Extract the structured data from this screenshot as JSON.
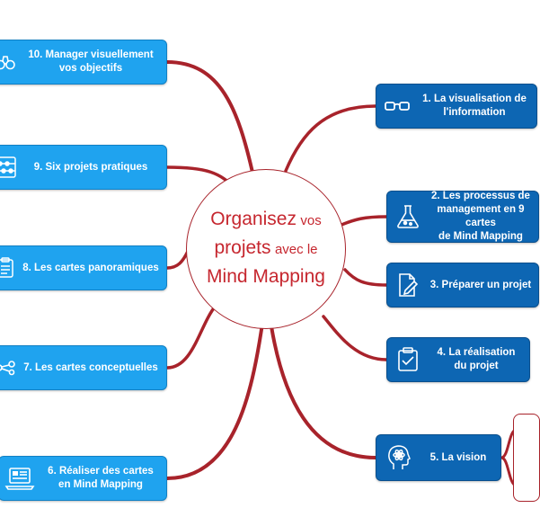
{
  "center": {
    "line1_big": "Organisez",
    "line1_small": "vos",
    "line2_big": "projets",
    "line2_small": "avec le",
    "line3_big": "Mind Mapping"
  },
  "left_nodes": [
    {
      "label": "10. Manager visuellement\nvos objectifs",
      "icon": "binoculars-icon"
    },
    {
      "label": "9. Six projets pratiques",
      "icon": "abacus-icon"
    },
    {
      "label": "8. Les cartes panoramiques",
      "icon": "clipboard-list-icon"
    },
    {
      "label": "7. Les cartes conceptuelles",
      "icon": "connected-nodes-icon"
    },
    {
      "label": "6. Réaliser des cartes\nen Mind Mapping",
      "icon": "laptop-icon"
    }
  ],
  "right_nodes": [
    {
      "label": "1. La visualisation de\nl'information",
      "icon": "glasses-icon"
    },
    {
      "label": "2. Les processus de\nmanagement en 9 cartes\nde Mind Mapping",
      "icon": "flask-icon"
    },
    {
      "label": "3. Préparer un projet",
      "icon": "document-pen-icon"
    },
    {
      "label": "4. La réalisation\ndu projet",
      "icon": "clipboard-check-icon"
    },
    {
      "label": "5. La vision",
      "icon": "head-atom-icon"
    }
  ],
  "colors": {
    "left_node": "#1fa3ef",
    "right_node": "#0d66b3",
    "branch": "#a8232b",
    "title": "#c6272f"
  }
}
